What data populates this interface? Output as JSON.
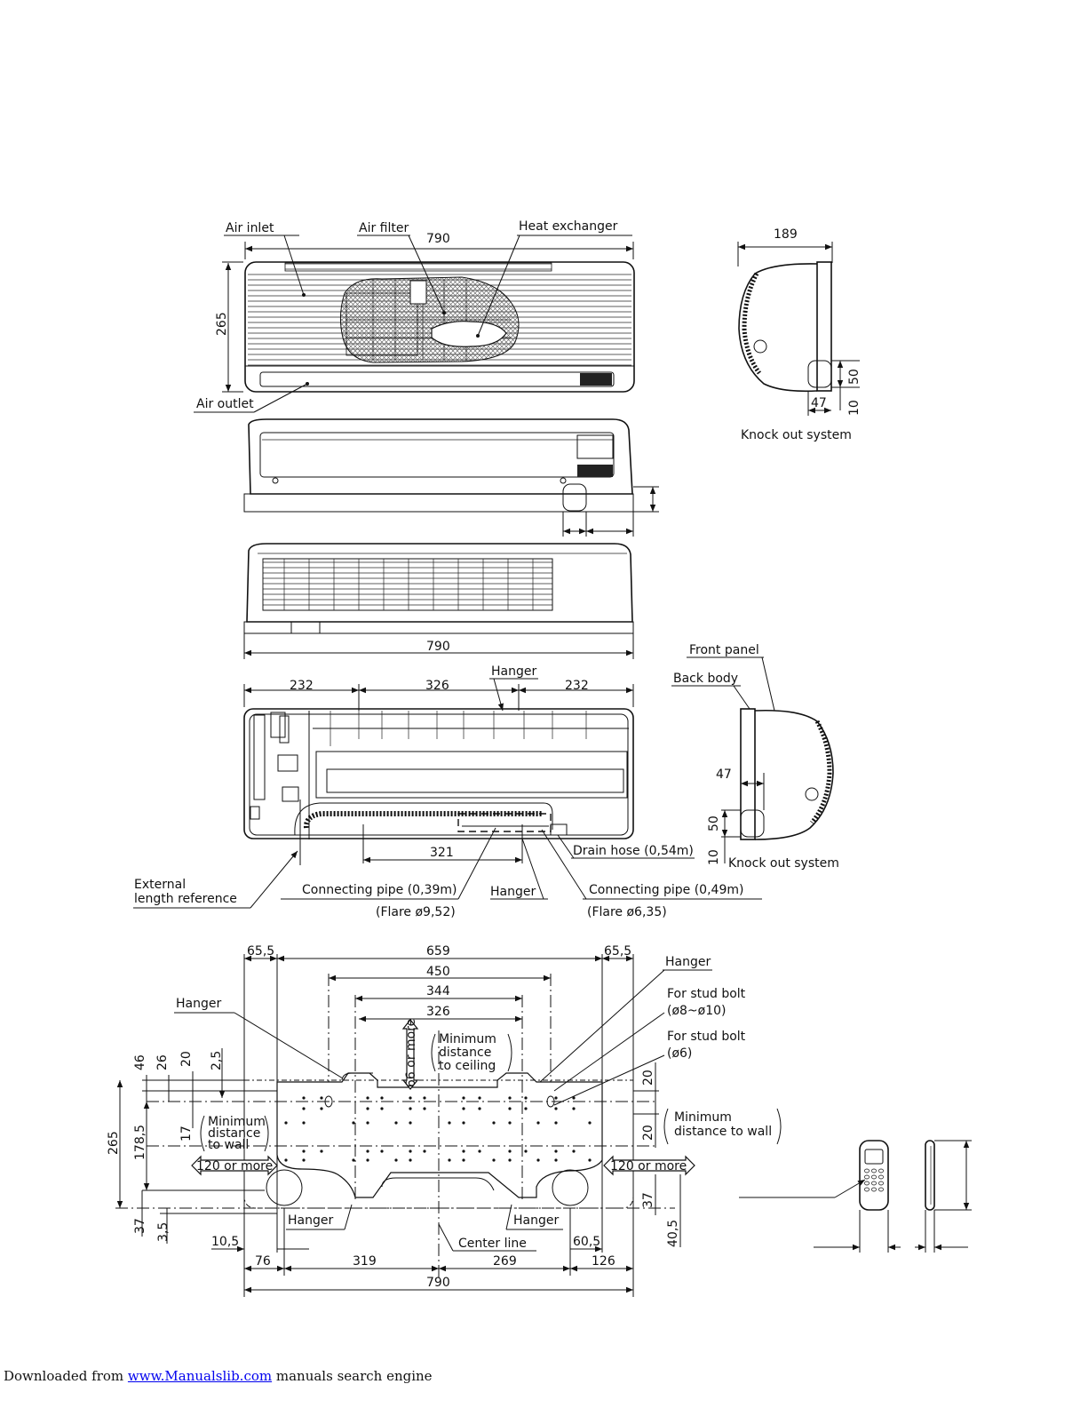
{
  "labels": {
    "air_inlet": "Air inlet",
    "air_filter": "Air filter",
    "heat_exchanger": "Heat exchanger",
    "air_outlet": "Air outlet",
    "knock_out_system_1": "Knock out system",
    "knock_out_system_2": "Knock out system",
    "front_panel": "Front panel",
    "back_body": "Back body",
    "hanger_top": "Hanger",
    "hanger_pipe": "Hanger",
    "drain_hose": "Drain hose (0,54m)",
    "external_1": "External",
    "external_2": "length reference",
    "conn_pipe_left": "Connecting pipe (0,39m)",
    "flare_left": "(Flare ø9,52)",
    "conn_pipe_right": "Connecting pipe (0,49m)",
    "flare_right": "(Flare ø6,35)",
    "hanger_plate_right": "Hanger",
    "stud_bolt_1": "For stud bolt",
    "stud_bolt_1b": "(ø8~ø10)",
    "stud_bolt_2": "For stud bolt",
    "stud_bolt_2b": "(ø6)",
    "hanger_plate_left": "Hanger",
    "min_ceiling_1": "Minimum",
    "min_ceiling_2": "distance",
    "min_ceiling_3": "to ceiling",
    "min_wall_l1": "Minimum",
    "min_wall_l2": "distance",
    "min_wall_l3": "to wall",
    "min_wall_r1": "Minimum",
    "min_wall_r2": "distance to wall",
    "or_more_left": "120 or more",
    "or_more_right": "120 or more",
    "or_more_ceiling": "66 or more",
    "hanger_bottom_left": "Hanger",
    "hanger_bottom_right": "Hanger",
    "center_line": "Center line"
  },
  "dims": {
    "d790_top": "790",
    "d265": "265",
    "d189": "189",
    "d50_a": "50",
    "d47_a": "47",
    "d10_a": "10",
    "d790_mid": "790",
    "d232_l": "232",
    "d326": "326",
    "d232_r": "232",
    "d321": "321",
    "d47_b": "47",
    "d50_b": "50",
    "d10_b": "10",
    "d65_5_l": "65,5",
    "d659": "659",
    "d65_5_r": "65,5",
    "d450": "450",
    "d344": "344",
    "d326_b": "326",
    "d46": "46",
    "d26": "26",
    "d20_a": "20",
    "d2_5": "2,5",
    "d20_r1": "20",
    "d20_r2": "20",
    "d17": "17",
    "d265_b": "265",
    "d178_5": "178,5",
    "d37_l": "37",
    "d3_5": "3,5",
    "d37_r": "37",
    "d40_5": "40,5",
    "d10_5": "10,5",
    "d76": "76",
    "d319": "319",
    "d269": "269",
    "d60_5": "60,5",
    "d126": "126",
    "d790_bot": "790"
  },
  "footer": {
    "prefix": "Downloaded from ",
    "link": "www.Manualslib.com",
    "suffix": "  manuals search engine"
  }
}
